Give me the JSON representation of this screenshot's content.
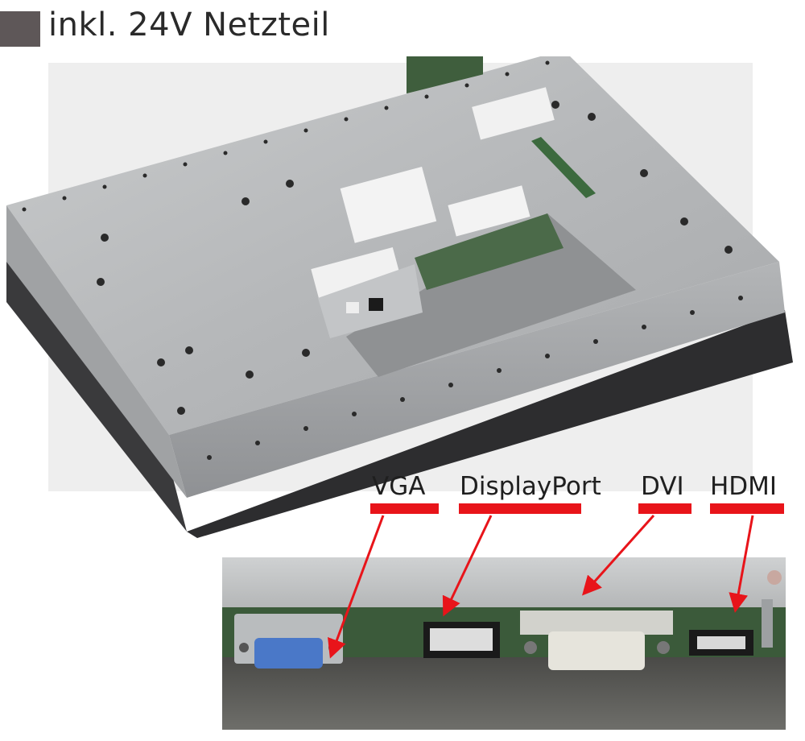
{
  "header": {
    "title": "inkl. 24V Netzteil"
  },
  "ports": [
    {
      "label": "VGA"
    },
    {
      "label": "DisplayPort"
    },
    {
      "label": "DVI"
    },
    {
      "label": "HDMI"
    }
  ],
  "colors": {
    "accent_red": "#e8141a",
    "header_square": "#5e5758",
    "pcb_green": "#3b5a3a"
  }
}
